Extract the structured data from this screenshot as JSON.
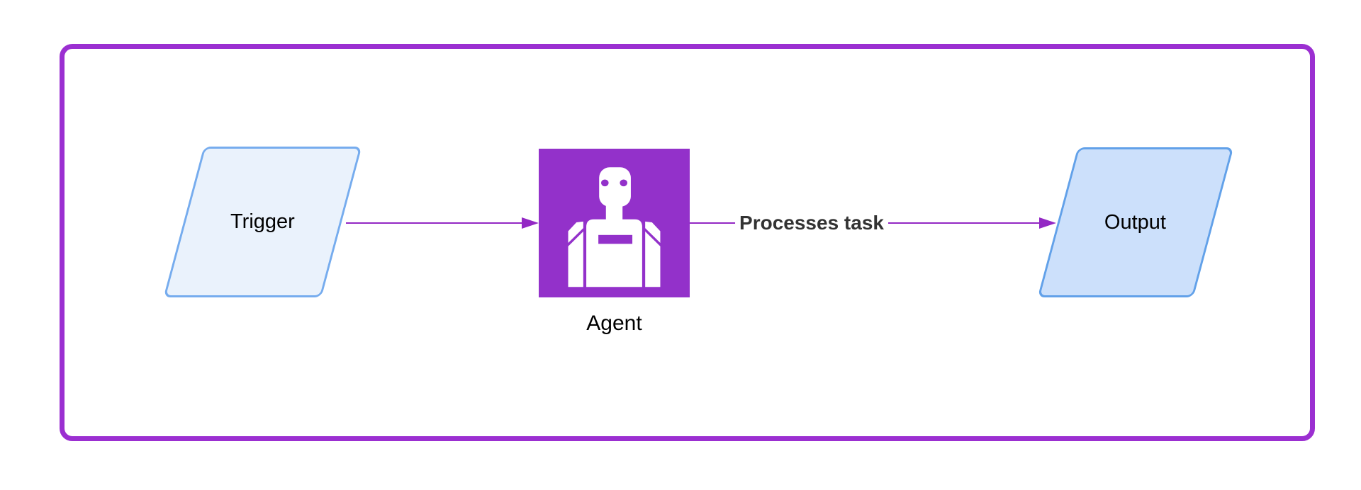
{
  "diagram": {
    "frame": {
      "border_color": "#9b2fd1"
    },
    "nodes": {
      "trigger": {
        "label": "Trigger",
        "shape": "parallelogram",
        "fill": "#eaf2fc",
        "stroke": "#76acee",
        "text_color": "#000000"
      },
      "agent": {
        "label": "Agent",
        "shape": "icon-square",
        "icon": "robot-icon",
        "fill": "#9331ca",
        "icon_color": "#ffffff",
        "text_color": "#000000"
      },
      "output": {
        "label": "Output",
        "shape": "parallelogram",
        "fill": "#cce0fb",
        "stroke": "#62a1e9",
        "text_color": "#000000"
      }
    },
    "edges": {
      "trigger_to_agent": {
        "color": "#9328c4"
      },
      "agent_to_output": {
        "label": "Processes task",
        "color": "#9328c4",
        "label_color": "#333333"
      }
    }
  }
}
